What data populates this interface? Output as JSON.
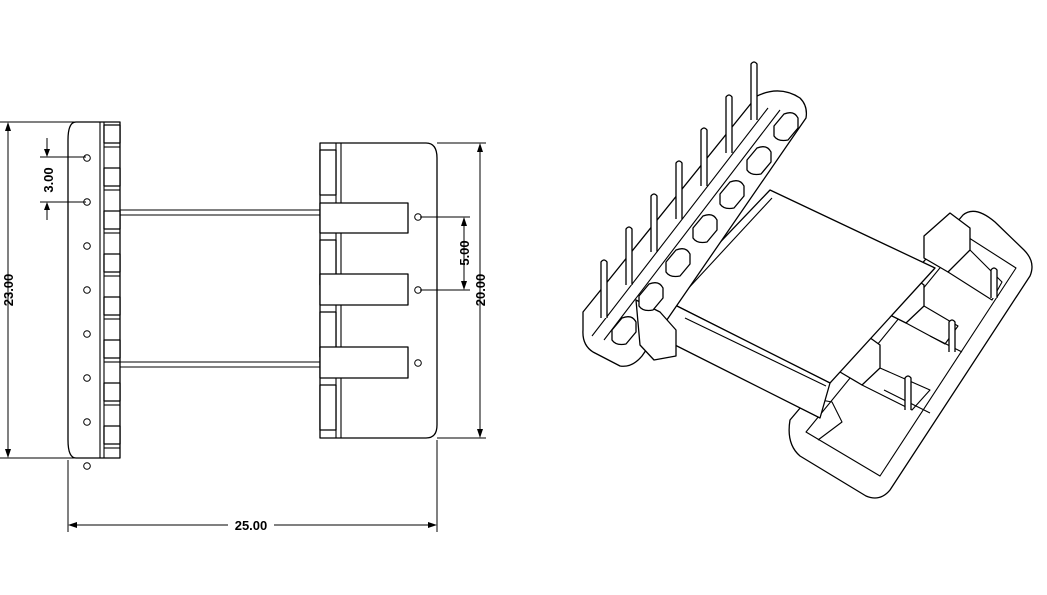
{
  "dimensions": {
    "total_height": "23.00",
    "pin_pitch": "3.00",
    "total_width": "25.00",
    "flange_height": "20.00",
    "slot_pitch": "5.00"
  },
  "views": [
    "side-view",
    "isometric-view"
  ],
  "colors": {
    "line": "#000000",
    "background": "#ffffff"
  }
}
